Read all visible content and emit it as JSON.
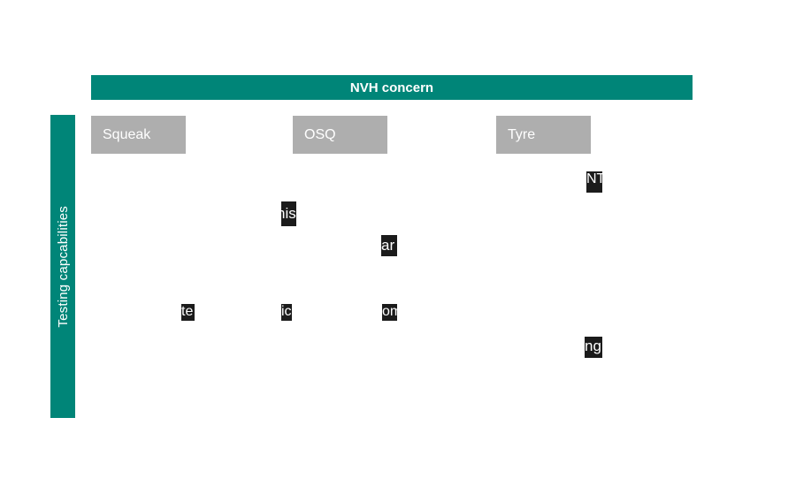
{
  "header": {
    "title": "NVH concern"
  },
  "sidebar": {
    "label": "Testing capcabilities"
  },
  "columns": [
    {
      "label": "Squeak"
    },
    {
      "label": "OSQ"
    },
    {
      "label": "Tyre"
    }
  ],
  "fragments": [
    {
      "text": "NT"
    },
    {
      "text": "his"
    },
    {
      "text": "ar"
    },
    {
      "text": "te"
    },
    {
      "text": "ic"
    },
    {
      "text": "om"
    },
    {
      "text": "ng"
    }
  ],
  "colors": {
    "accent_teal": "#008578",
    "column_gray": "#AEAEAE",
    "fragment_bg": "#1B1B1B",
    "text_white": "#FFFFFF"
  }
}
